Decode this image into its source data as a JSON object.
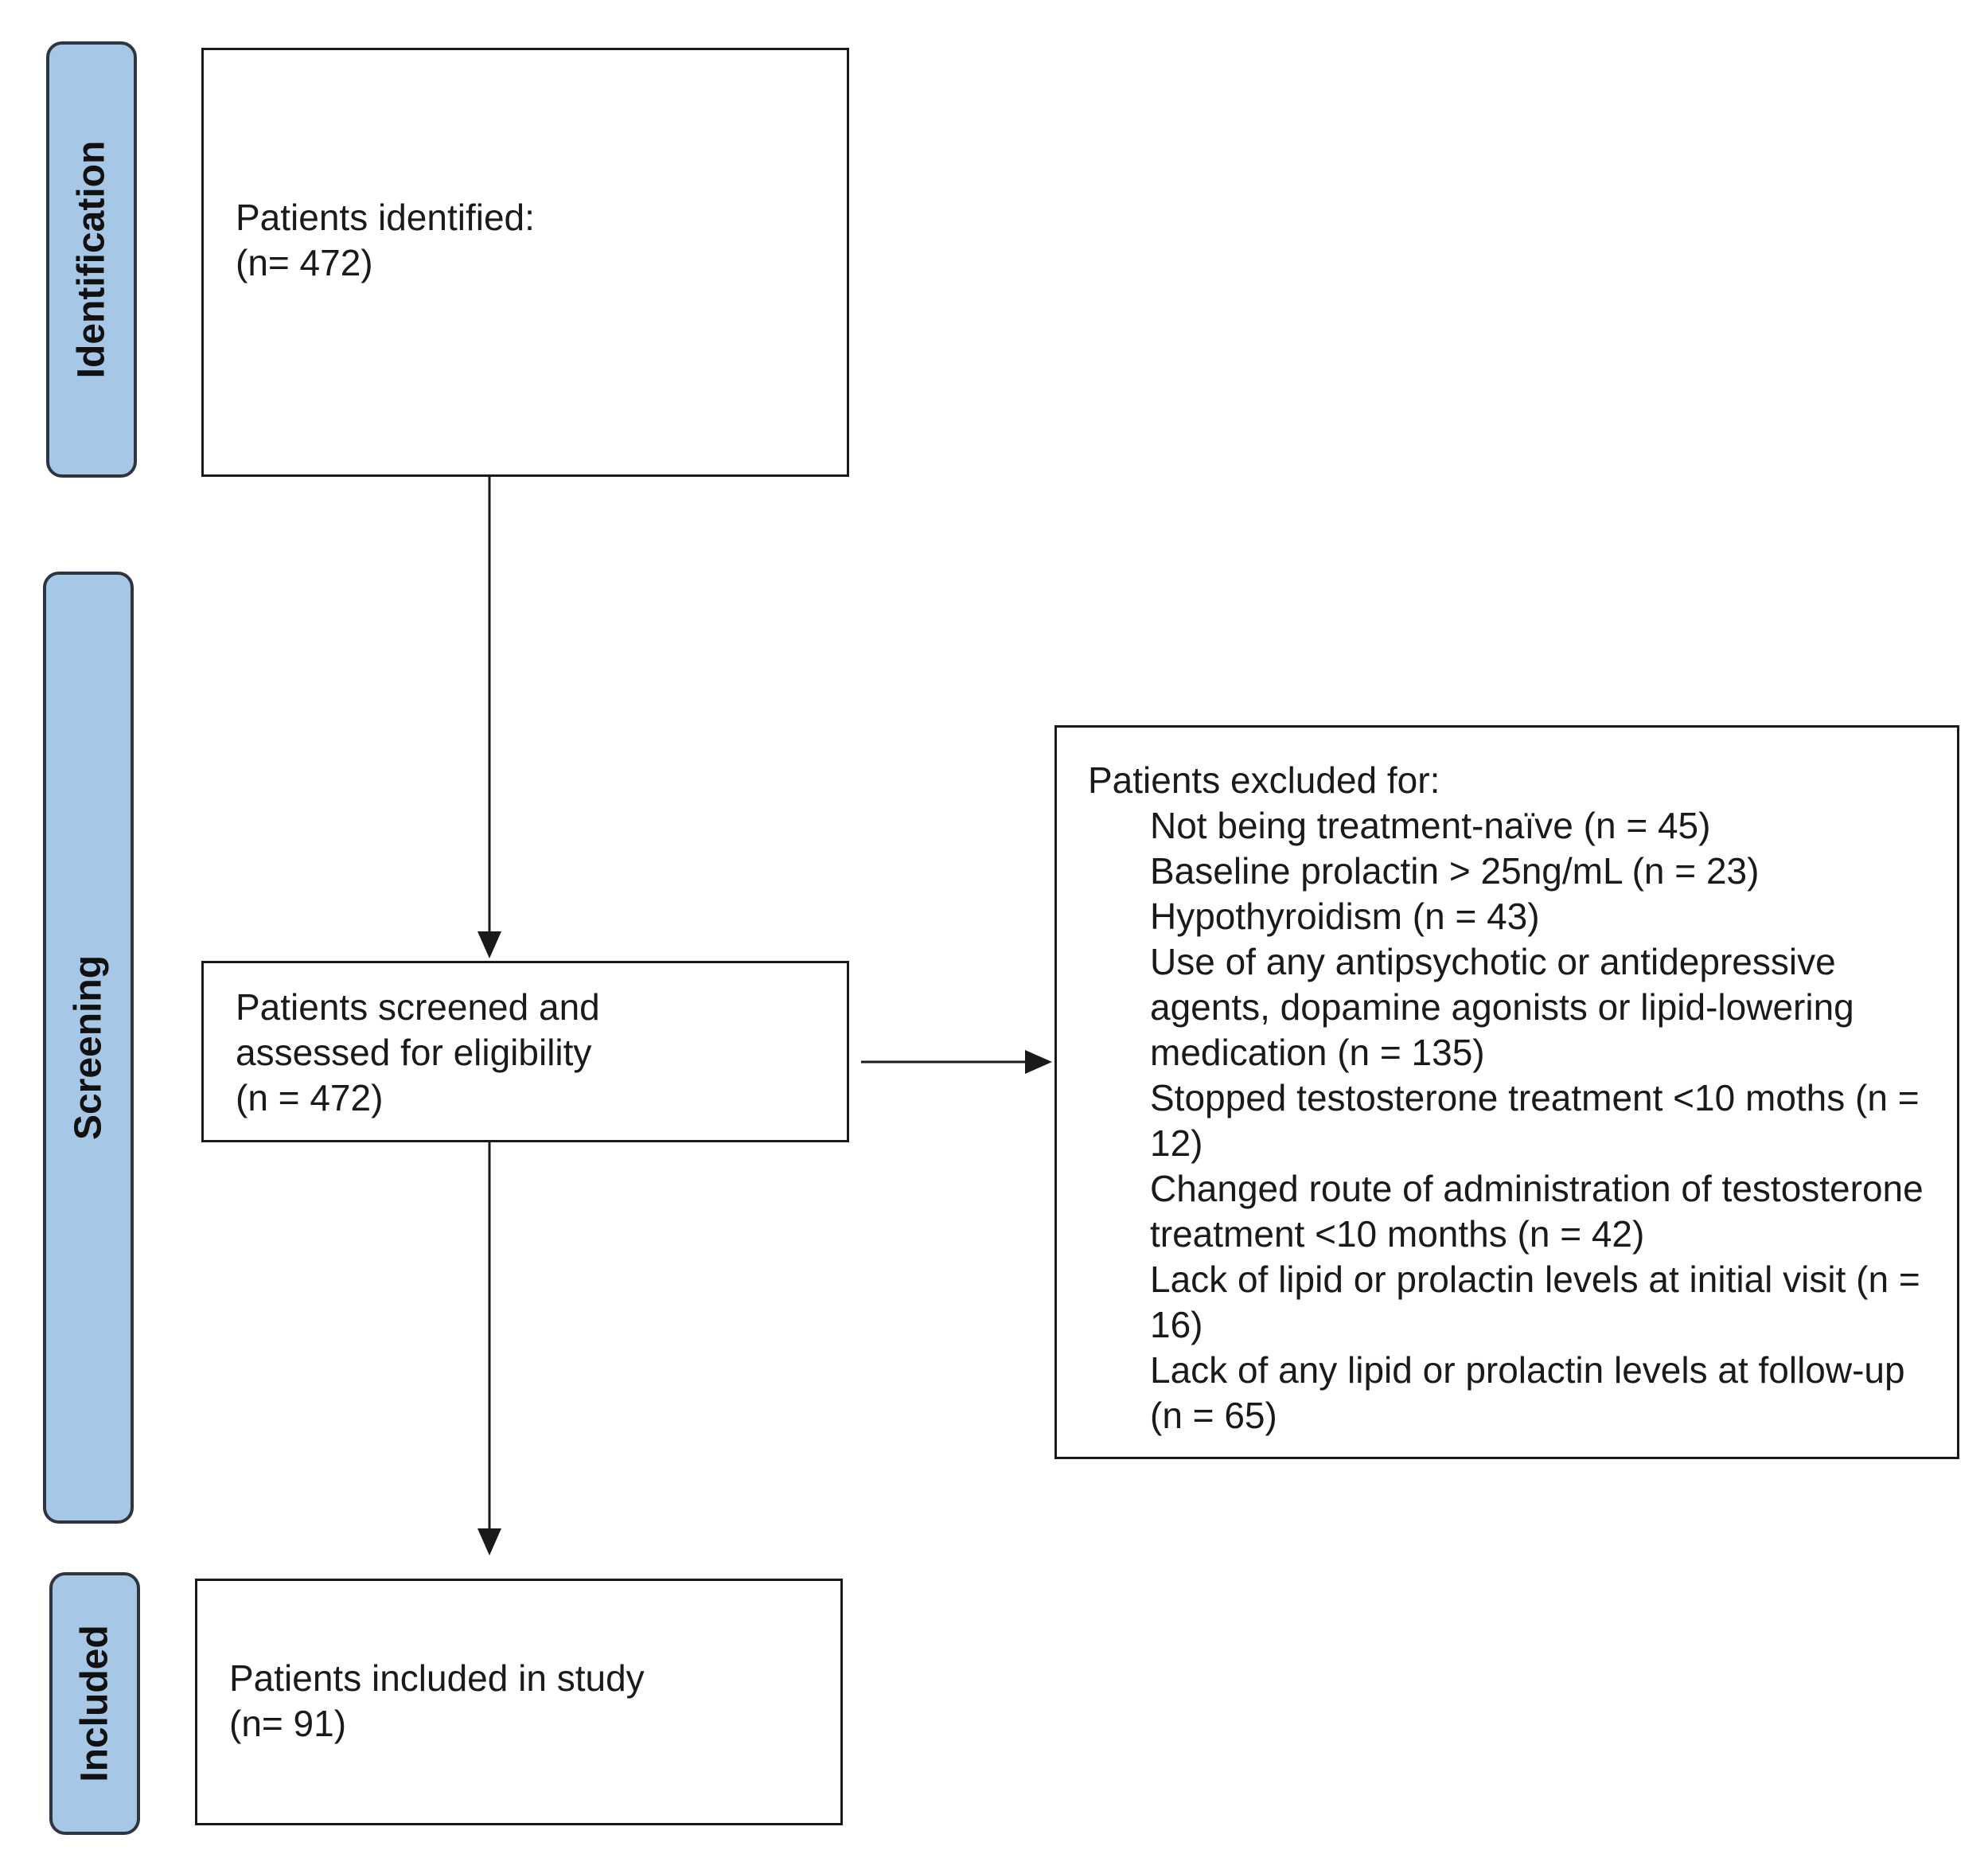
{
  "stages": {
    "identification": "Identification",
    "screening": "Screening",
    "included": "Included"
  },
  "boxes": {
    "identified": {
      "line1": "Patients identified:",
      "line2": "(n= 472)"
    },
    "screened": {
      "line1": "Patients screened and",
      "line2": "assessed for eligibility",
      "line3": "(n = 472)"
    },
    "included": {
      "line1": "Patients included in study",
      "line2": "(n= 91)"
    },
    "excluded": {
      "title": "Patients excluded for:",
      "items": [
        "Not being treatment-naïve (n = 45)",
        "Baseline prolactin > 25ng/mL (n = 23)",
        "Hypothyroidism (n = 43)",
        "Use of any antipsychotic or antidepressive agents, dopamine agonists or lipid-lowering medication (n = 135)",
        "Stopped testosterone treatment <10 moths (n = 12)",
        "Changed route of administration of testosterone treatment <10 months (n = 42)",
        "Lack of lipid or prolactin levels at initial visit (n = 16)",
        "Lack of any lipid or prolactin levels at follow-up (n = 65)"
      ]
    }
  }
}
